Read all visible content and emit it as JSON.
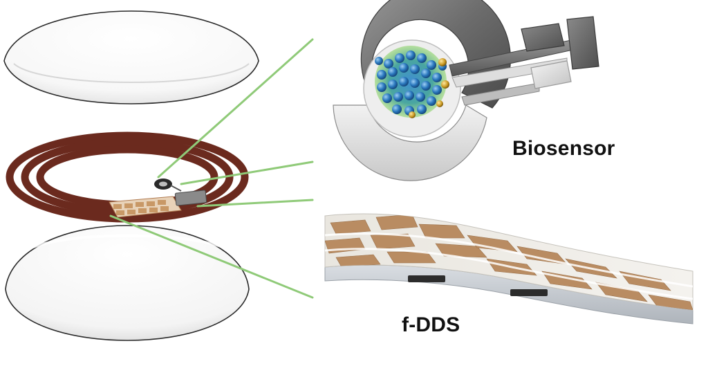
{
  "labels": {
    "biosensor": "Biosensor",
    "fdds": "f-DDS"
  },
  "components": [
    "top-lens-layer",
    "coil-antenna",
    "biosensor",
    "f-dds",
    "bottom-lens-layer"
  ],
  "colors": {
    "coil": "#6b2a1e",
    "connector_line": "#8fca78",
    "sensor_blue": "#2e86c8",
    "sensor_green": "#7cc55a",
    "dds_pad": "#b98c62",
    "lens_outline": "#2a2a2a"
  }
}
